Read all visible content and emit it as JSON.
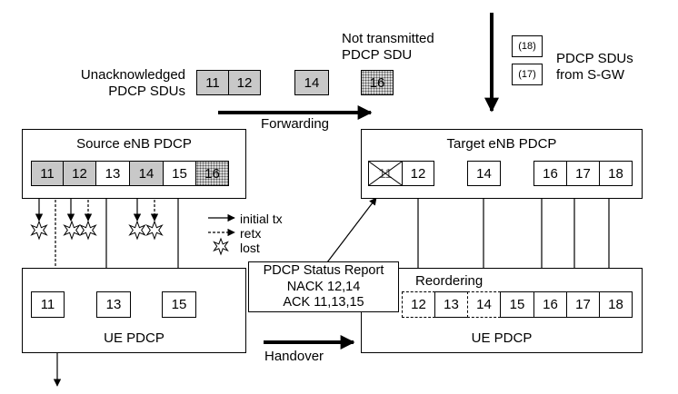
{
  "labels": {
    "unack_line1": "Unacknowledged",
    "unack_line2": "PDCP SDUs",
    "not_tx_line1": "Not transmitted",
    "not_tx_line2": "PDCP SDU",
    "sgw_line1": "PDCP SDUs",
    "sgw_line2": "from S-GW",
    "forwarding": "Forwarding",
    "source_title": "Source eNB PDCP",
    "target_title": "Target eNB PDCP",
    "ue_left_title": "UE PDCP",
    "ue_right_title": "UE PDCP",
    "handover": "Handover",
    "reordering": "Reordering"
  },
  "legend": {
    "initial_tx": "initial tx",
    "retx": "retx",
    "lost": "lost"
  },
  "status_report": {
    "line1": "PDCP Status Report",
    "line2": "NACK 12,14",
    "line3": "ACK 11,13,15"
  },
  "top_packets": {
    "p11": "11",
    "p12": "12",
    "p14": "14",
    "p16": "16",
    "p18": "(18)",
    "p17": "(17)"
  },
  "source_cells": [
    "11",
    "12",
    "13",
    "14",
    "15",
    "16"
  ],
  "target_cells": [
    "11",
    "12",
    "14",
    "16",
    "17",
    "18"
  ],
  "ue_left_cells": [
    "11",
    "13",
    "15"
  ],
  "ue_right_cells": [
    "12",
    "13",
    "14",
    "15",
    "16",
    "17",
    "18"
  ]
}
